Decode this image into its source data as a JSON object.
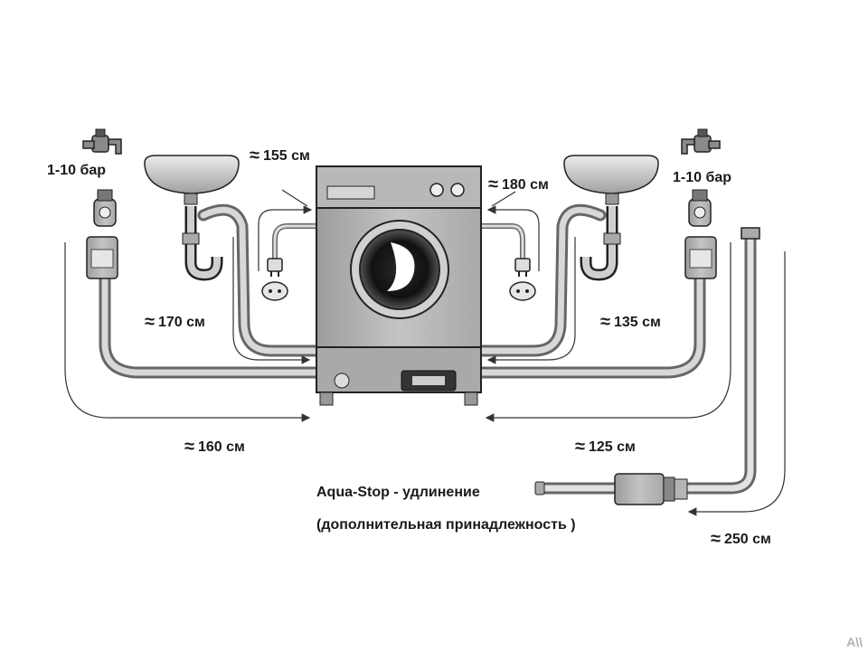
{
  "measurements": {
    "approx_symbol": "≈",
    "left_top": "155 см",
    "right_top": "180 см",
    "left_mid": "170 см",
    "right_mid": "135 см",
    "left_bottom": "160 см",
    "right_bottom": "125 см",
    "extension": "250 см"
  },
  "pressure": {
    "left": "1-10 бар",
    "right": "1-10 бар"
  },
  "aquastop": {
    "line1": "Aqua-Stop - удлинение",
    "line2": "(дополнительная принадлежность )"
  },
  "watermark": "A\\\\"
}
